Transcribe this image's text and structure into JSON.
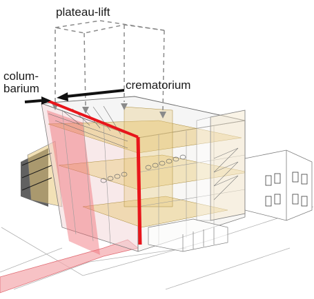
{
  "labels": {
    "lift": "plateau-lift",
    "columbarium_line1": "colum-",
    "columbarium_line2": "barium",
    "crematorium": "crematorium"
  },
  "colors": {
    "ink": "#1a1a1a",
    "red_route": "#e8151b",
    "ochre_floor": "#e8c97a",
    "pink_route": "#f19aa0",
    "dash": "#8a8a8a",
    "wireframe": "#9a9a9a"
  }
}
